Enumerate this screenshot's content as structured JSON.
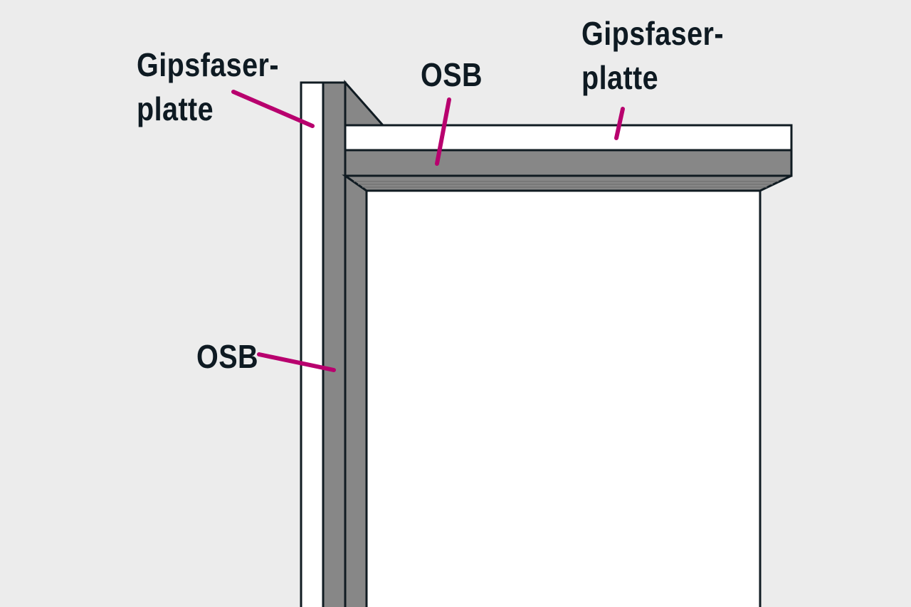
{
  "colors": {
    "background": "#ececec",
    "gypsum_board": "#ffffff",
    "osb_board": "#878787",
    "outline": "#101b22",
    "leader": "#b8006e",
    "text": "#0e1a22"
  },
  "labels": {
    "left_gipsfaser": {
      "line1": "Gipsfaser-",
      "line2": "platte"
    },
    "top_osb": "OSB",
    "top_gipsfaser": {
      "line1": "Gipsfaser-",
      "line2": "platte"
    },
    "left_osb": "OSB"
  }
}
